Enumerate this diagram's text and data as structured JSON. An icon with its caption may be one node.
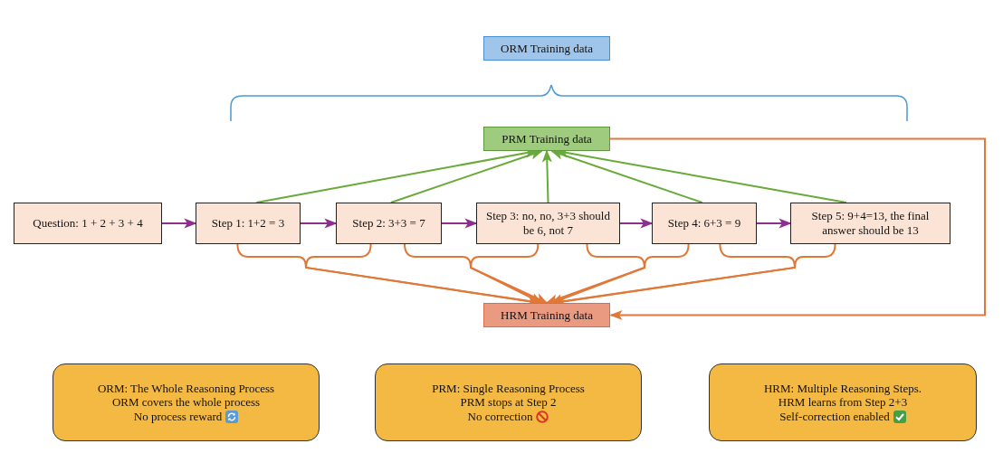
{
  "diagram": {
    "nodes": [
      {
        "text": [
          "ORM Training data"
        ]
      },
      {
        "text": [
          "PRM Training data"
        ]
      },
      {
        "text": [
          "Question: 1 + 2 + 3 + 4"
        ]
      },
      {
        "text": [
          "Step 1: 1+2 = 3"
        ]
      },
      {
        "text": [
          "Step 2: 3+3 = 7"
        ]
      },
      {
        "text": [
          "Step 3: no, no, 3+3 should be 6, not 7"
        ]
      },
      {
        "text": [
          "Step 4: 6+3 = 9"
        ]
      },
      {
        "text": [
          "Step 5: 9+4=13, the final answer should be 13"
        ]
      },
      {
        "text": [
          "HRM Training data"
        ]
      },
      {
        "text": [
          "ORM: The Whole Reasoning Process",
          "ORM covers the whole process",
          "No process reward"
        ]
      },
      {
        "text": [
          "PRM: Single Reasoning Process",
          "PRM stops at Step 2",
          "No correction"
        ]
      },
      {
        "text": [
          "HRM: Multiple Reasoning Steps.",
          "HRM learns from Step 2+3",
          "Self-correction enabled"
        ]
      }
    ],
    "edges": [
      {
        "from": 2,
        "to": 3,
        "arrow": "to",
        "color": "#8e2e8e"
      },
      {
        "from": 3,
        "to": 4,
        "arrow": "to",
        "color": "#8e2e8e"
      },
      {
        "from": 4,
        "to": 5,
        "arrow": "to",
        "color": "#8e2e8e"
      },
      {
        "from": 5,
        "to": 6,
        "arrow": "to",
        "color": "#8e2e8e"
      },
      {
        "from": 6,
        "to": 7,
        "arrow": "to",
        "color": "#8e2e8e"
      },
      {
        "from": 3,
        "to": 1,
        "arrow": "to",
        "color": "#6aaa3a"
      },
      {
        "from": 4,
        "to": 1,
        "arrow": "to",
        "color": "#6aaa3a"
      },
      {
        "from": 5,
        "to": 1,
        "arrow": "to",
        "color": "#6aaa3a"
      },
      {
        "from": 6,
        "to": 1,
        "arrow": "to",
        "color": "#6aaa3a"
      },
      {
        "from": 7,
        "to": 1,
        "arrow": "to",
        "color": "#6aaa3a"
      },
      {
        "from": 1,
        "to": 8,
        "arrow": "to"
      },
      {
        "from": 3,
        "to": 8,
        "arrow": "to"
      },
      {
        "from": 4,
        "to": 8,
        "arrow": "to"
      },
      {
        "from": 4,
        "to": 8,
        "arrow": "to"
      },
      {
        "from": 5,
        "to": 8,
        "arrow": "to"
      },
      {
        "from": 5,
        "to": 8,
        "arrow": "to"
      },
      {
        "from": 6,
        "to": 8,
        "arrow": "to"
      },
      {
        "from": 6,
        "to": 8,
        "arrow": "to"
      },
      {
        "from": 7,
        "to": 8,
        "arrow": "to"
      }
    ]
  }
}
